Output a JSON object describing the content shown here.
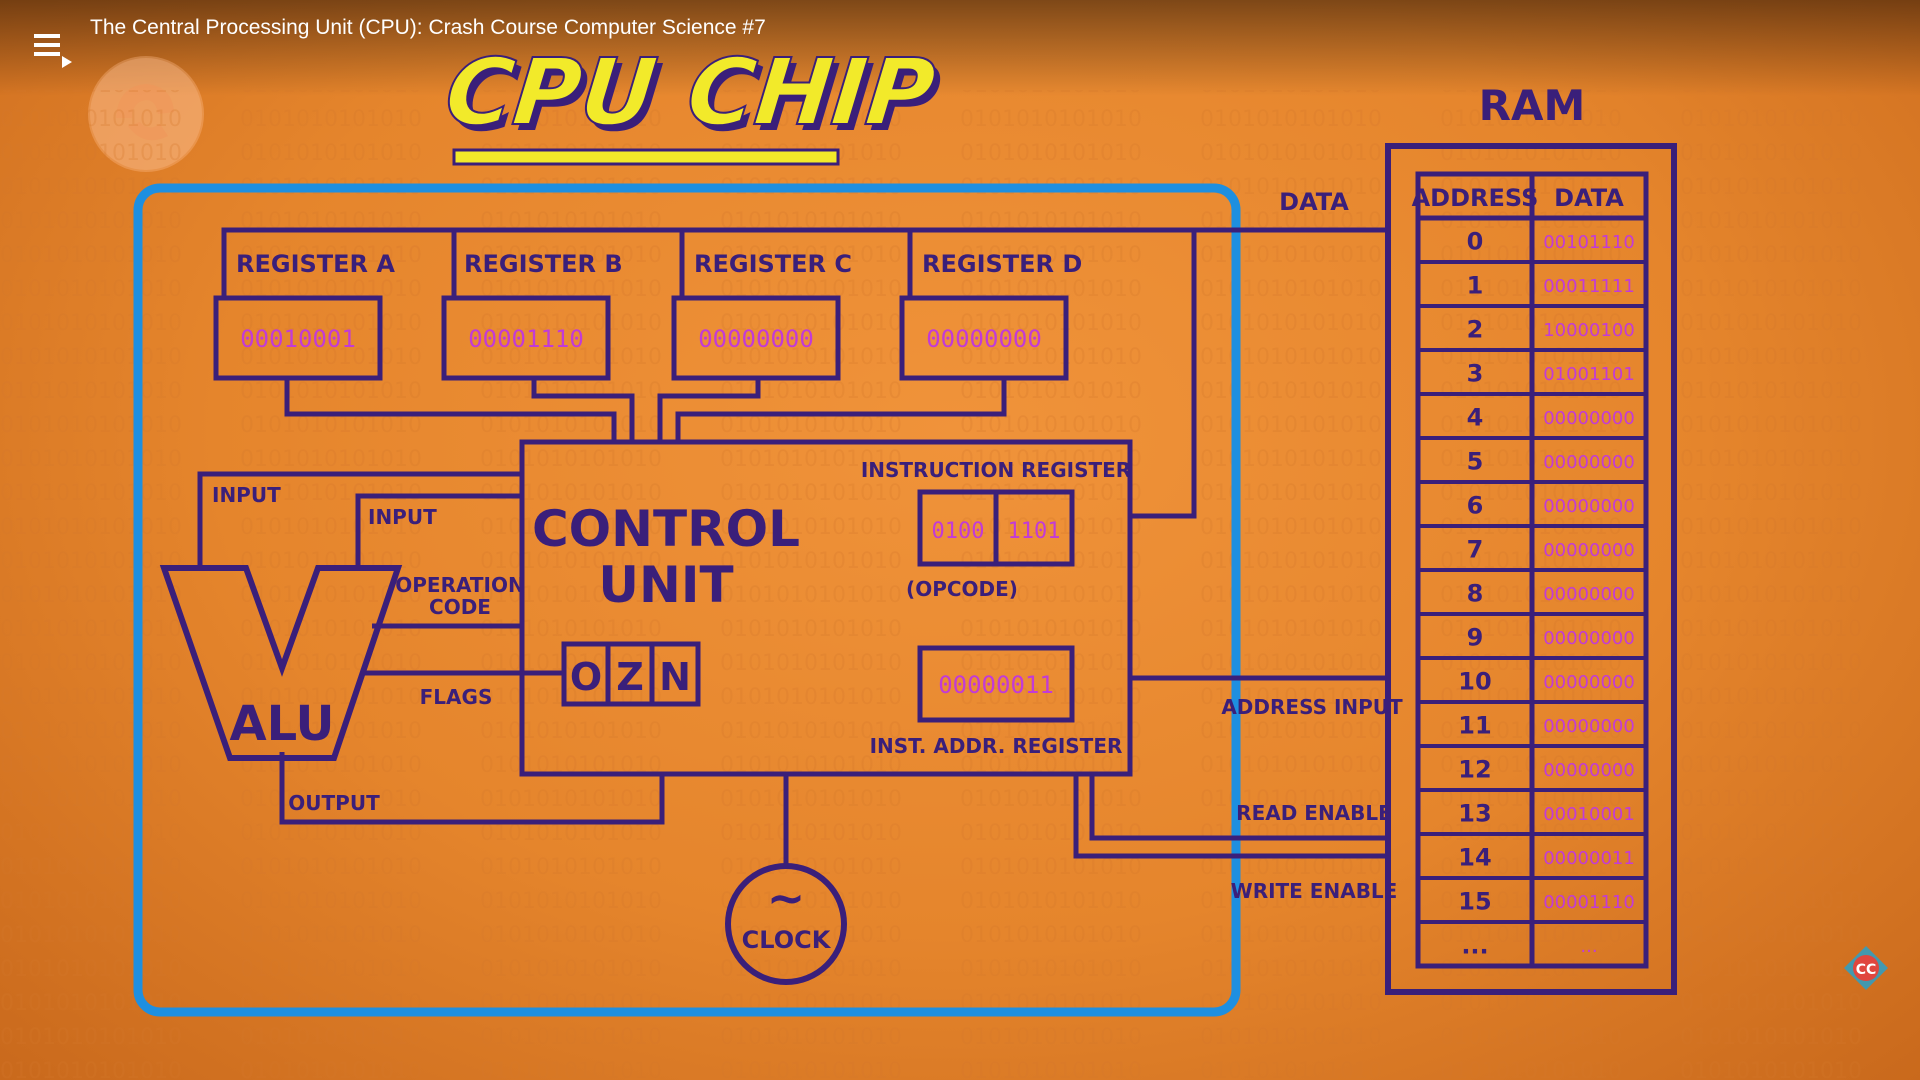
{
  "video": {
    "title": "The Central Processing Unit (CPU): Crash Course Computer Science #7"
  },
  "icons": {
    "playlist": "playlist-icon",
    "channel_logo": "pbs-logo-icon",
    "corner_badge": "crash-course-cc-icon"
  },
  "diagram": {
    "title": "CPU CHIP",
    "registers": [
      {
        "label": "REGISTER A",
        "value": "00010001"
      },
      {
        "label": "REGISTER B",
        "value": "00001110"
      },
      {
        "label": "REGISTER C",
        "value": "00000000"
      },
      {
        "label": "REGISTER D",
        "value": "00000000"
      }
    ],
    "control_unit": {
      "line1": "CONTROL",
      "line2": "UNIT"
    },
    "instruction_register": {
      "label": "INSTRUCTION REGISTER",
      "opcode": "0100",
      "operand": "1101",
      "opcode_label": "(OPCODE)"
    },
    "flags_box": [
      "O",
      "Z",
      "N"
    ],
    "inst_addr_register": {
      "value": "00000011",
      "label": "INST. ADDR. REGISTER"
    },
    "alu": {
      "label": "ALU",
      "input1": "INPUT",
      "input2": "INPUT",
      "op_code_line1": "OPERATION",
      "op_code_line2": "CODE",
      "flags": "FLAGS",
      "output": "OUTPUT"
    },
    "clock": {
      "symbol": "~",
      "label": "CLOCK"
    },
    "bus_labels": {
      "data": "DATA",
      "address_input": "ADDRESS INPUT",
      "read_enable": "READ ENABLE",
      "write_enable": "WRITE ENABLE"
    },
    "ram": {
      "title": "RAM",
      "col_address": "ADDRESS",
      "col_data": "DATA",
      "rows": [
        {
          "address": "0",
          "data": "00101110"
        },
        {
          "address": "1",
          "data": "00011111"
        },
        {
          "address": "2",
          "data": "10000100"
        },
        {
          "address": "3",
          "data": "01001101"
        },
        {
          "address": "4",
          "data": "00000000"
        },
        {
          "address": "5",
          "data": "00000000"
        },
        {
          "address": "6",
          "data": "00000000"
        },
        {
          "address": "7",
          "data": "00000000"
        },
        {
          "address": "8",
          "data": "00000000"
        },
        {
          "address": "9",
          "data": "00000000"
        },
        {
          "address": "10",
          "data": "00000000"
        },
        {
          "address": "11",
          "data": "00000000"
        },
        {
          "address": "12",
          "data": "00000000"
        },
        {
          "address": "13",
          "data": "00010001"
        },
        {
          "address": "14",
          "data": "00000011"
        },
        {
          "address": "15",
          "data": "00001110"
        },
        {
          "address": "...",
          "data": "..."
        }
      ]
    }
  },
  "colors": {
    "background": "#e8862f",
    "line": "#3a1f7a",
    "value_text": "#c23bd6",
    "chip_border": "#1e8fe0",
    "title_fill": "#f2ea2a"
  }
}
